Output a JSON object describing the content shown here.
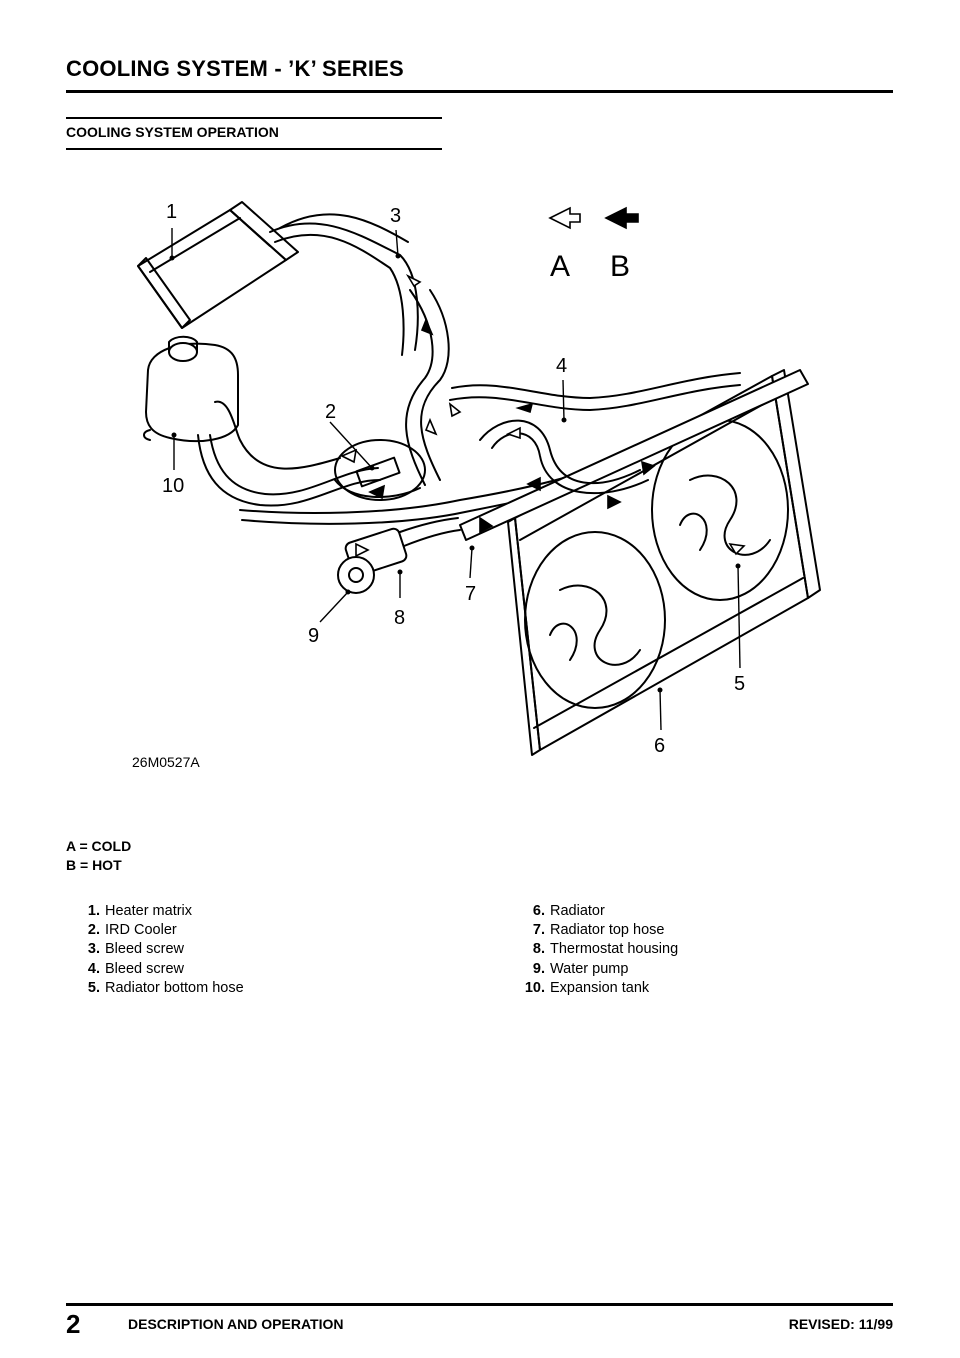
{
  "header": {
    "title": "COOLING SYSTEM - ’K’ SERIES"
  },
  "section": {
    "title": "COOLING SYSTEM OPERATION"
  },
  "diagram": {
    "figure_code": "26M0527A",
    "key_letters": [
      "A",
      "B"
    ],
    "callouts": [
      "1",
      "2",
      "3",
      "4",
      "5",
      "6",
      "7",
      "8",
      "9",
      "10"
    ]
  },
  "legend": [
    {
      "text": "A = COLD"
    },
    {
      "text": "B = HOT"
    }
  ],
  "parts": [
    {
      "num": "1.",
      "label": "Heater matrix"
    },
    {
      "num": "2.",
      "label": "IRD Cooler"
    },
    {
      "num": "3.",
      "label": "Bleed screw"
    },
    {
      "num": "4.",
      "label": "Bleed screw"
    },
    {
      "num": "5.",
      "label": "Radiator bottom hose"
    },
    {
      "num": "6.",
      "label": "Radiator"
    },
    {
      "num": "7.",
      "label": "Radiator top hose"
    },
    {
      "num": "8.",
      "label": "Thermostat housing"
    },
    {
      "num": "9.",
      "label": "Water pump"
    },
    {
      "num": "10.",
      "label": "Expansion tank"
    }
  ],
  "footer": {
    "page_number": "2",
    "left": "DESCRIPTION AND OPERATION",
    "right": "REVISED: 11/99"
  }
}
